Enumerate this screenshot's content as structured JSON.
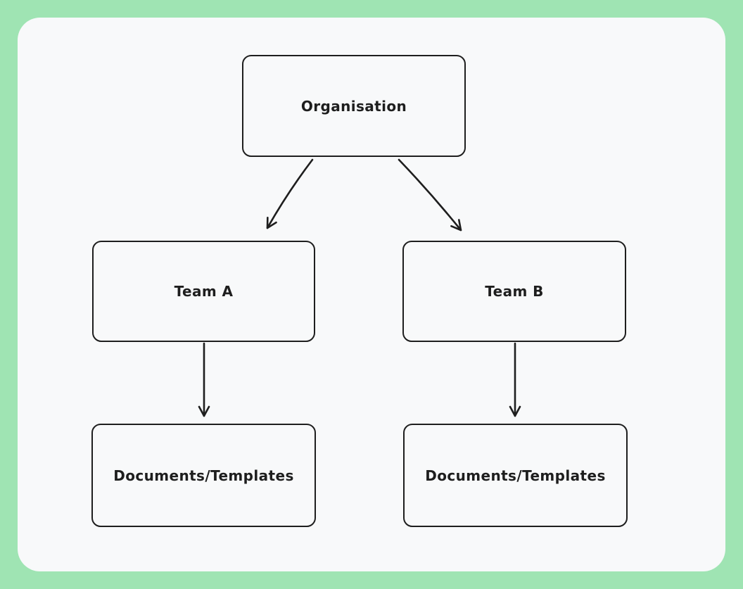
{
  "app": {
    "type": "whiteboard-diagram",
    "description": "Hand-drawn style org chart on a rounded light canvas over a mint-green background"
  },
  "colors": {
    "page_background": "#9fe4b3",
    "canvas_background": "#f8f9fa",
    "shape_stroke": "#1e1e1e",
    "text": "#1e1e1e"
  },
  "diagram": {
    "nodes": [
      {
        "id": "organisation",
        "label": "Organisation"
      },
      {
        "id": "team-a",
        "label": "Team A"
      },
      {
        "id": "team-b",
        "label": "Team B"
      },
      {
        "id": "docs-a",
        "label": "Documents/Templates"
      },
      {
        "id": "docs-b",
        "label": "Documents/Templates"
      }
    ],
    "edges": [
      {
        "from": "organisation",
        "to": "team-a",
        "style": "arrow"
      },
      {
        "from": "organisation",
        "to": "team-b",
        "style": "arrow"
      },
      {
        "from": "team-a",
        "to": "docs-a",
        "style": "arrow"
      },
      {
        "from": "team-b",
        "to": "docs-b",
        "style": "arrow"
      }
    ]
  }
}
